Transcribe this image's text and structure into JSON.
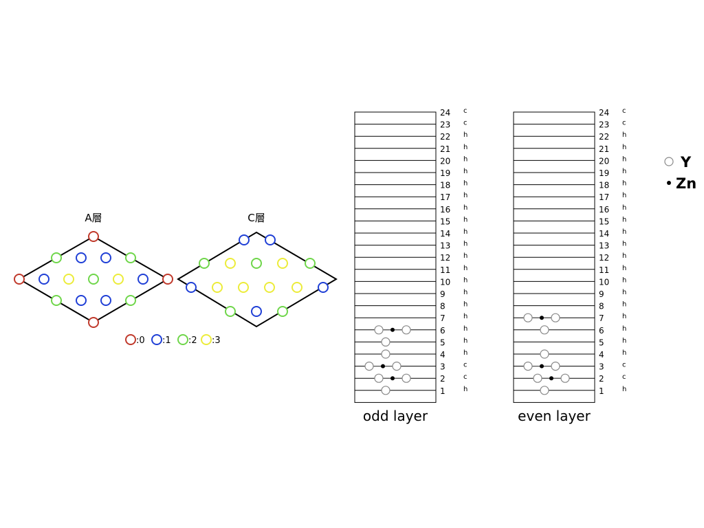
{
  "a_layer": {
    "title": "A層",
    "atoms": [
      {
        "c": 0
      },
      {
        "c": 2
      },
      {
        "c": 1
      },
      {
        "c": 1
      },
      {
        "c": 2
      },
      {
        "c": 0
      },
      {
        "c": 1
      },
      {
        "c": 3
      },
      {
        "c": 2
      },
      {
        "c": 3
      },
      {
        "c": 1
      },
      {
        "c": 0
      },
      {
        "c": 2
      },
      {
        "c": 1
      },
      {
        "c": 1
      },
      {
        "c": 2
      },
      {
        "c": 0
      }
    ]
  },
  "c_layer": {
    "title": "C層",
    "atoms": [
      {
        "c": 1
      },
      {
        "c": 1
      },
      {
        "c": 2
      },
      {
        "c": 3
      },
      {
        "c": 2
      },
      {
        "c": 3
      },
      {
        "c": 2
      },
      {
        "c": 1
      },
      {
        "c": 3
      },
      {
        "c": 3
      },
      {
        "c": 3
      },
      {
        "c": 3
      },
      {
        "c": 1
      },
      {
        "c": 2
      },
      {
        "c": 1
      },
      {
        "c": 2
      }
    ]
  },
  "height_key": [
    {
      "label": ":0",
      "color": "#c0392b"
    },
    {
      "label": ":1",
      "color": "#1f3fd6"
    },
    {
      "label": ":2",
      "color": "#6fd64a"
    },
    {
      "label": ":3",
      "color": "#ecec3a"
    }
  ],
  "stacks": {
    "numbers": [
      "24",
      "23",
      "22",
      "21",
      "20",
      "19",
      "18",
      "17",
      "16",
      "15",
      "14",
      "13",
      "12",
      "11",
      "10",
      "9",
      "8",
      "7",
      "6",
      "5",
      "4",
      "3",
      "2",
      "1"
    ],
    "odd": {
      "caption": "odd layer",
      "stacking": [
        "c",
        "c",
        "h",
        "h",
        "h",
        "h",
        "h",
        "h",
        "h",
        "h",
        "h",
        "h",
        "h",
        "h",
        "h",
        "h",
        "h",
        "h",
        "h",
        "h",
        "h",
        "c",
        "c",
        "h"
      ],
      "atoms": {
        "6": [
          "Y",
          "Zn",
          "Y"
        ],
        "5": [
          "Y"
        ],
        "4": [
          "Y"
        ],
        "3": [
          "Y",
          "Zn",
          "Y"
        ],
        "2": [
          "Y",
          "Zn",
          "Y"
        ],
        "1": [
          "Y"
        ]
      }
    },
    "even": {
      "caption": "even layer",
      "stacking": [
        "c",
        "c",
        "h",
        "h",
        "h",
        "h",
        "h",
        "h",
        "h",
        "h",
        "h",
        "h",
        "h",
        "h",
        "h",
        "h",
        "h",
        "h",
        "h",
        "h",
        "h",
        "c",
        "c",
        "h"
      ],
      "atoms": {
        "7": [
          "Y",
          "Zn",
          "Y"
        ],
        "6": [
          "Y"
        ],
        "4": [
          "Y"
        ],
        "3": [
          "Y",
          "Zn",
          "Y"
        ],
        "2": [
          "Y",
          "Zn",
          "Y"
        ],
        "1": [
          "Y"
        ]
      }
    }
  },
  "legend": {
    "y_label": "Y",
    "zn_label": "Zn"
  }
}
